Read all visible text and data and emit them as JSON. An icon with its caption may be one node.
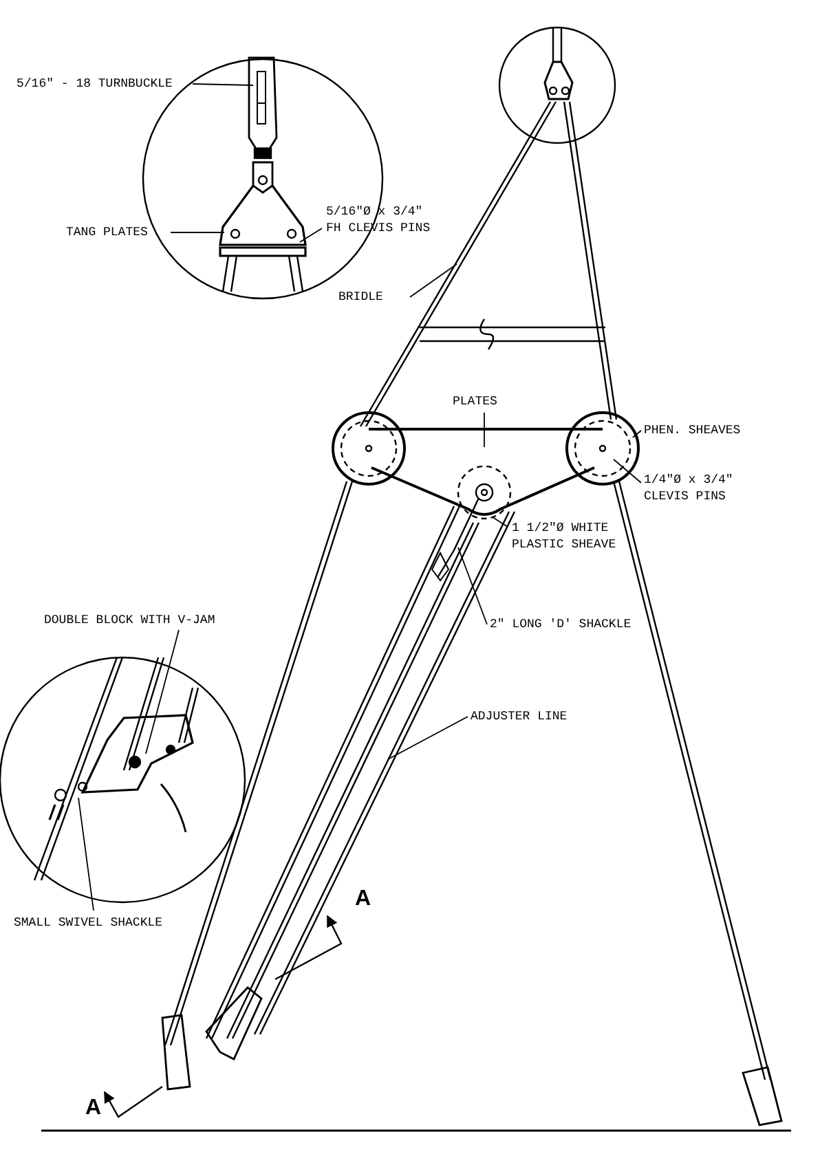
{
  "diagram": {
    "nodes": [
      {
        "text": [
          "5/16\" - 18 TURNBUCKLE"
        ]
      },
      {
        "text": [
          "TANG PLATES"
        ]
      },
      {
        "text": [
          "5/16\"Ø x 3/4\" FH CLEVIS PINS"
        ]
      },
      {
        "text": [
          "BRIDLE"
        ]
      },
      {
        "text": [
          "PLATES"
        ]
      },
      {
        "text": [
          "PHEN. SHEAVES"
        ]
      },
      {
        "text": [
          "1/4\"Ø x 3/4\" CLEVIS PINS"
        ]
      },
      {
        "text": [
          "1 1/2\"Ø WHITE PLASTIC SHEAVE"
        ]
      },
      {
        "text": [
          "2\" LONG 'D' SHACKLE"
        ]
      },
      {
        "text": [
          "DOUBLE BLOCK WITH V-JAM"
        ]
      },
      {
        "text": [
          "SMALL SWIVEL SHACKLE"
        ]
      },
      {
        "text": [
          "ADJUSTER LINE"
        ]
      }
    ],
    "edges": [
      {
        "from": 0,
        "to": null,
        "arrow": "none"
      },
      {
        "from": 1,
        "to": null,
        "arrow": "none"
      },
      {
        "from": 2,
        "to": null,
        "arrow": "none"
      },
      {
        "from": 3,
        "to": null,
        "arrow": "none"
      },
      {
        "from": 4,
        "to": null,
        "arrow": "none"
      },
      {
        "from": 5,
        "to": null,
        "arrow": "none"
      },
      {
        "from": 6,
        "to": null,
        "arrow": "none"
      },
      {
        "from": 7,
        "to": null,
        "arrow": "none"
      },
      {
        "from": 8,
        "to": null,
        "arrow": "none"
      },
      {
        "from": 9,
        "to": null,
        "arrow": "none"
      },
      {
        "from": 10,
        "to": null,
        "arrow": "none"
      },
      {
        "from": 11,
        "to": null,
        "arrow": "none"
      }
    ],
    "labels": [
      "A",
      "A"
    ]
  }
}
